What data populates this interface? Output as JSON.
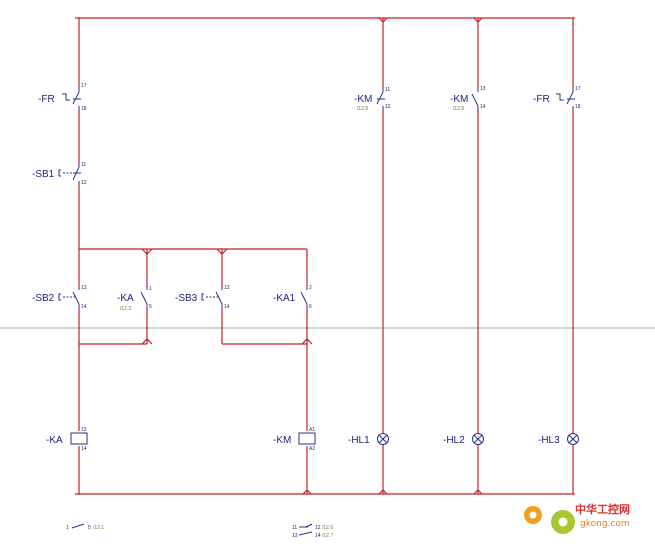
{
  "contacts": {
    "fr1": {
      "label": "-FR",
      "pin_top": "17",
      "pin_bot": "18"
    },
    "sb1": {
      "label": "-SB1",
      "pin_top": "11",
      "pin_bot": "12"
    },
    "sb2": {
      "label": "-SB2",
      "pin_top": "13",
      "pin_bot": "14"
    },
    "ka": {
      "label": "-KA",
      "pin_top": "1",
      "pin_bot": "5",
      "xref": "/12.3"
    },
    "sb3": {
      "label": "-SB3",
      "pin_top": "13",
      "pin_bot": "14"
    },
    "ka1": {
      "label": "-KA1",
      "pin_top": "2",
      "pin_bot": "6"
    },
    "km1": {
      "label": "-KM",
      "pin_top": "11",
      "pin_bot": "12",
      "xref": "/12.6"
    },
    "km2": {
      "label": "-KM",
      "pin_top": "13",
      "pin_bot": "14",
      "xref": "/12.6"
    },
    "fr2": {
      "label": "-FR",
      "pin_top": "17",
      "pin_bot": "18"
    }
  },
  "coils": {
    "ka_coil": {
      "label": "-KA",
      "pin_top": "13",
      "pin_bot": "14"
    },
    "km_coil": {
      "label": "-KM",
      "pin_top": "A1",
      "pin_bot": "A2"
    }
  },
  "lamps": {
    "hl1": {
      "label": "-HL1"
    },
    "hl2": {
      "label": "-HL2"
    },
    "hl3": {
      "label": "-HL3"
    }
  },
  "legend": {
    "ka_pin_a": "1",
    "ka_pin_b": "5",
    "ka_xref": "/12.1",
    "km_r1_a": "11",
    "km_r1_b": "12",
    "km_r1_xref": "/12.6",
    "km_r2_a": "13",
    "km_r2_b": "14",
    "km_r2_xref": "/12.7"
  },
  "watermark": {
    "title": "中华工控网",
    "url": "gkong.com"
  },
  "colors": {
    "wire": "#c0202a",
    "symbol": "#2a2f8a",
    "xref": "#6a7a2a"
  }
}
